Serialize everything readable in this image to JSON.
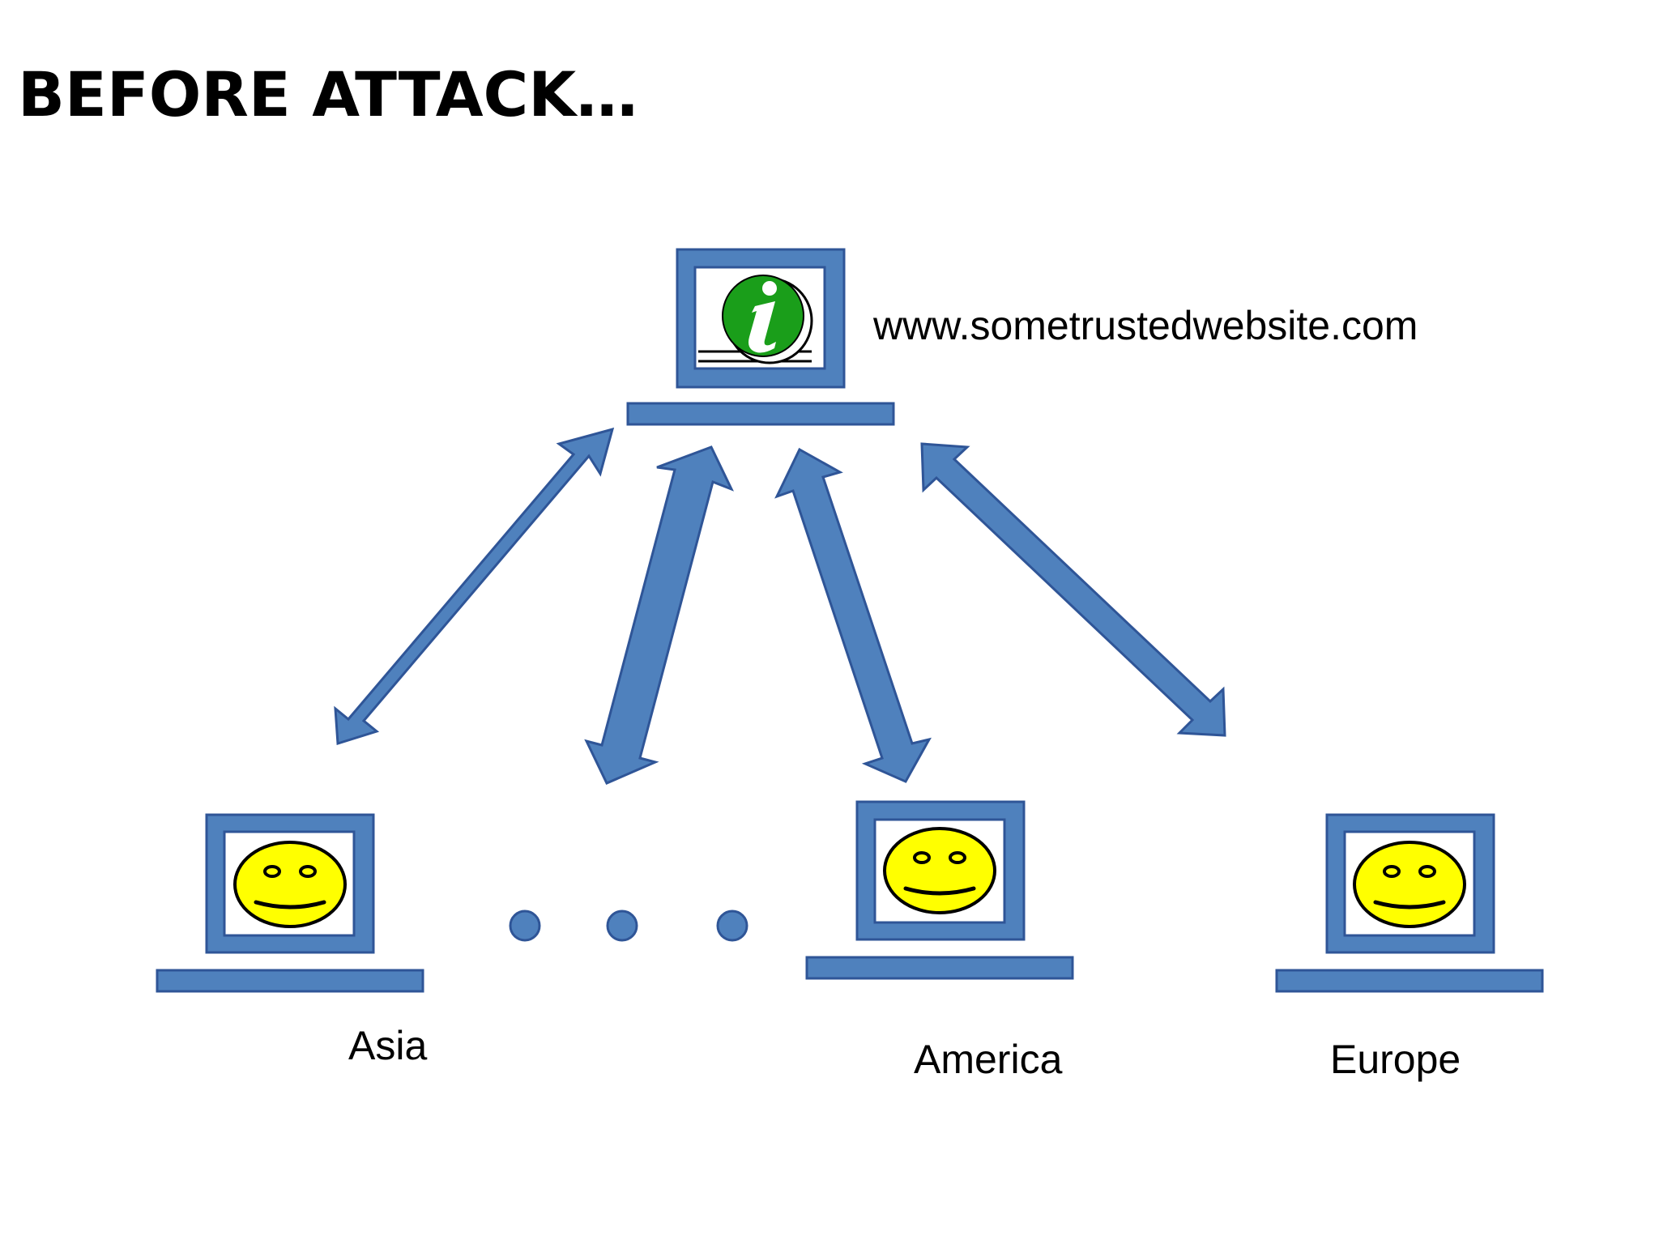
{
  "title": "BEFORE ATTACK…",
  "server": {
    "label": "www.sometrustedwebsite.com",
    "icon": "info-icon",
    "icon_color": "#1a9e1a"
  },
  "clients": [
    {
      "label": "Asia",
      "icon": "smiley-face-icon"
    },
    {
      "label": "America",
      "icon": "smiley-face-icon"
    },
    {
      "label": "Europe",
      "icon": "smiley-face-icon"
    }
  ],
  "colors": {
    "computer": "#4f81bd",
    "computer_border": "#2f5597",
    "face": "#ffff00",
    "text": "#000000"
  }
}
